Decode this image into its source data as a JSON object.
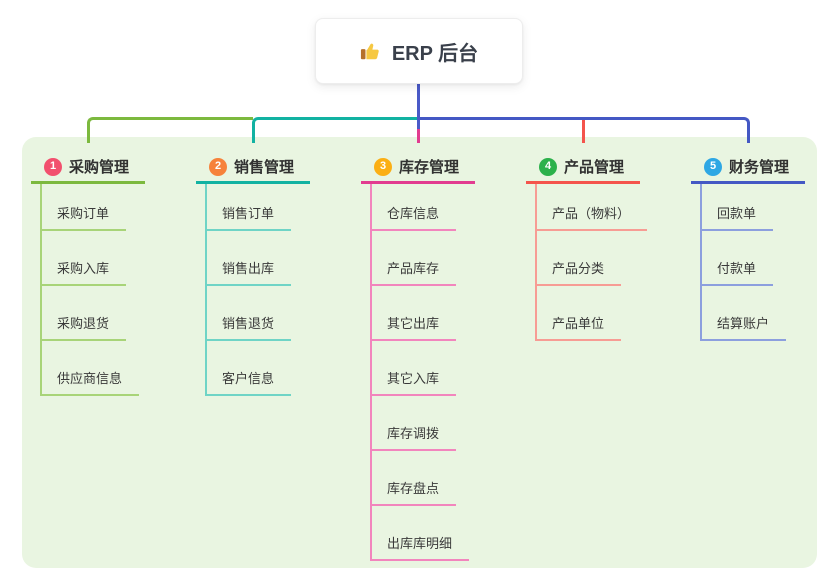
{
  "root": {
    "label": "ERP 后台",
    "icon": "thumbs-up-icon"
  },
  "connectors": {
    "stem_color": "#4a5ac8"
  },
  "panel": {
    "background": "#e9f5e1"
  },
  "branches": [
    {
      "num": "1",
      "title": "采购管理",
      "circle_color": "#f2506e",
      "line_color": "#7cb93e",
      "light_color": "#a8d478",
      "children": [
        "采购订单",
        "采购入库",
        "采购退货",
        "供应商信息"
      ]
    },
    {
      "num": "2",
      "title": "销售管理",
      "circle_color": "#f6823b",
      "line_color": "#12b2a2",
      "light_color": "#6fd4c6",
      "children": [
        "销售订单",
        "销售出库",
        "销售退货",
        "客户信息"
      ]
    },
    {
      "num": "3",
      "title": "库存管理",
      "circle_color": "#fbaf14",
      "line_color": "#e23c90",
      "light_color": "#f285bd",
      "children": [
        "仓库信息",
        "产品库存",
        "其它出库",
        "其它入库",
        "库存调拨",
        "库存盘点",
        "出库库明细"
      ]
    },
    {
      "num": "4",
      "title": "产品管理",
      "circle_color": "#2cb14b",
      "line_color": "#f4544c",
      "light_color": "#f79c94",
      "children": [
        "产品（物料）",
        "产品分类",
        "产品单位"
      ]
    },
    {
      "num": "5",
      "title": "财务管理",
      "circle_color": "#2ea7e4",
      "line_color": "#4458c4",
      "light_color": "#8c9fde",
      "children": [
        "回款单",
        "付款单",
        "结算账户"
      ]
    }
  ]
}
